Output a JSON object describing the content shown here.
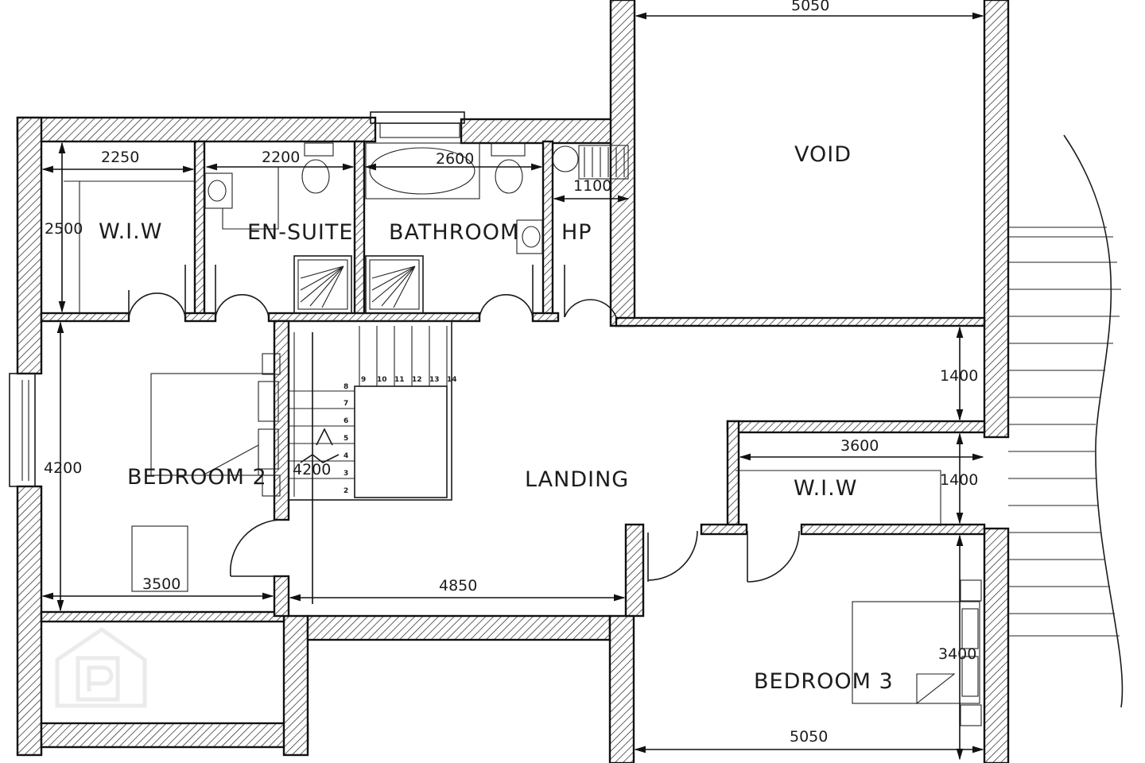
{
  "plan": {
    "rooms": {
      "void": "VOID",
      "wiw_left": "W.I.W",
      "en_suite": "EN-SUITE",
      "bathroom": "BATHROOM",
      "hp": "HP",
      "landing": "LANDING",
      "bedroom_2": "BEDROOM 2",
      "wiw_right": "W.I.W",
      "bedroom_3": "BEDROOM 3"
    },
    "dimensions": {
      "void_top_width": "5050",
      "wiw_left_width": "2250",
      "wiw_left_depth": "2500",
      "en_suite_width": "2200",
      "bathroom_width": "2600",
      "hp_width": "1100",
      "landing_gap": "1400",
      "wiw_right_width": "3600",
      "wiw_right_depth": "1400",
      "bedroom_2_height": "4200",
      "stair_height": "4200",
      "bedroom_2_width": "3500",
      "landing_width": "4850",
      "bedroom_3_depth": "3400",
      "bedroom_3_width": "5050"
    },
    "stair_steps": [
      "2",
      "3",
      "4",
      "5",
      "6",
      "7",
      "8",
      "9",
      "10",
      "11",
      "12",
      "13",
      "14"
    ]
  }
}
